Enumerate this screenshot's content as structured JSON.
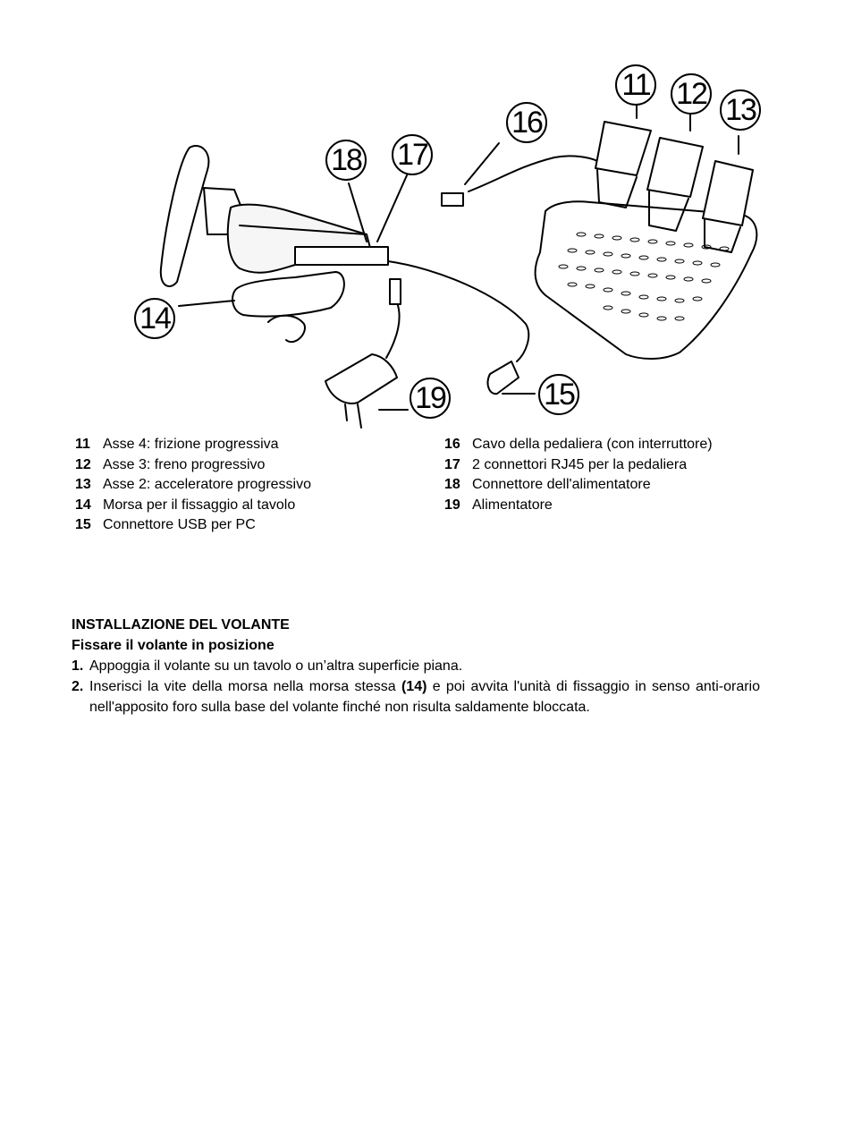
{
  "figure": {
    "callouts": [
      {
        "id": "c11",
        "label": "11"
      },
      {
        "id": "c12",
        "label": "12"
      },
      {
        "id": "c13",
        "label": "13"
      },
      {
        "id": "c14",
        "label": "14"
      },
      {
        "id": "c15",
        "label": "15"
      },
      {
        "id": "c16",
        "label": "16"
      },
      {
        "id": "c17",
        "label": "17"
      },
      {
        "id": "c18",
        "label": "18"
      },
      {
        "id": "c19",
        "label": "19"
      }
    ]
  },
  "legend": {
    "left": [
      {
        "num": "11",
        "text": "Asse 4: frizione progressiva"
      },
      {
        "num": "12",
        "text": "Asse 3: freno progressivo"
      },
      {
        "num": "13",
        "text": "Asse 2: acceleratore progressivo"
      },
      {
        "num": "14",
        "text": "Morsa per il fissaggio al tavolo"
      },
      {
        "num": "15",
        "text": "Connettore USB per PC"
      }
    ],
    "right": [
      {
        "num": "16",
        "text": "Cavo della pedaliera (con interruttore)"
      },
      {
        "num": "17",
        "text": "2 connettori RJ45 per la pedaliera"
      },
      {
        "num": "18",
        "text": "Connettore dell'alimentatore"
      },
      {
        "num": "19",
        "text": "Alimentatore"
      }
    ]
  },
  "installation": {
    "title": "INSTALLAZIONE DEL VOLANTE",
    "subtitle": "Fissare il volante in posizione",
    "steps": [
      {
        "num": "1.",
        "text_before": "Appoggia il volante su un tavolo o un’altra superficie piana.",
        "ref": "",
        "text_after": ""
      },
      {
        "num": "2.",
        "text_before": "Inserisci la vite della morsa nella morsa stessa ",
        "ref": "(14)",
        "text_after": " e poi avvita l'unità di fissaggio in senso anti-orario nell'apposito foro sulla base del volante finché non risulta saldamente bloccata."
      }
    ]
  }
}
